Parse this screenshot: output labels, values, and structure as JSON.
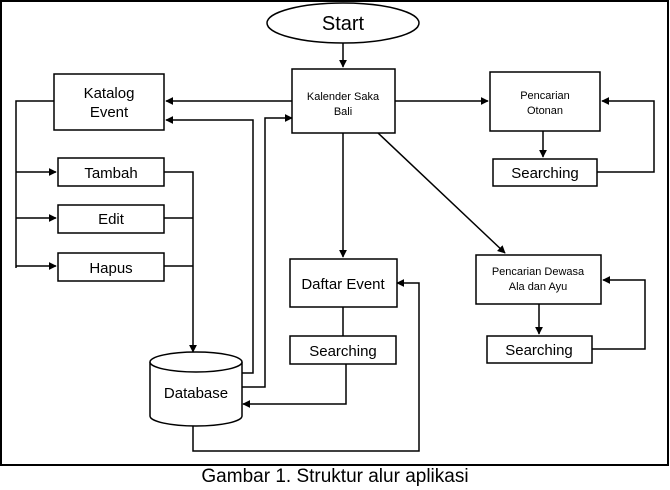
{
  "caption": "Gambar 1. Struktur alur aplikasi",
  "nodes": {
    "start": "Start",
    "kalender": [
      "Kalender Saka",
      "Bali"
    ],
    "katalog": [
      "Katalog",
      "Event"
    ],
    "tambah": "Tambah",
    "edit": "Edit",
    "hapus": "Hapus",
    "database": "Database",
    "daftar_event": "Daftar Event",
    "searching_daftar": "Searching",
    "pencarian_otonan": [
      "Pencarian",
      "Otonan"
    ],
    "searching_otonan": "Searching",
    "pencarian_dewasa": [
      "Pencarian Dewasa",
      "Ala dan Ayu"
    ],
    "searching_dewasa": "Searching"
  },
  "colors": {
    "stroke": "#000000",
    "fill": "#ffffff"
  }
}
